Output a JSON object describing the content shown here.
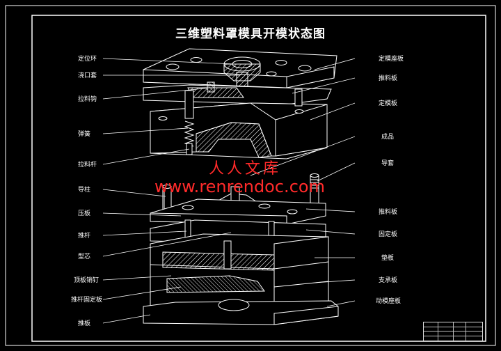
{
  "title": "三维塑料罩模具开模状态图",
  "labels_left": [
    "定位环",
    "浇口套",
    "拉料钩",
    "弹簧",
    "拉料杆",
    "导柱",
    "压板",
    "推杆",
    "型芯",
    "顶板销钉",
    "推杆固定板",
    "推板"
  ],
  "labels_right": [
    "定模座板",
    "推料板",
    "定模板",
    "成品",
    "导套",
    "推料板",
    "固定板",
    "垫板",
    "支承板",
    "动模座板"
  ],
  "watermark": {
    "cn": "人人文库",
    "url": "www.renrendoc.com"
  },
  "title_block": {
    "rows": [
      "",
      "",
      "",
      ""
    ]
  },
  "colors": {
    "background": "#000000",
    "lines": "#ffffff",
    "hatch": "#ffffff",
    "border": "#ffffff",
    "watermark": "#ff2a2a"
  }
}
